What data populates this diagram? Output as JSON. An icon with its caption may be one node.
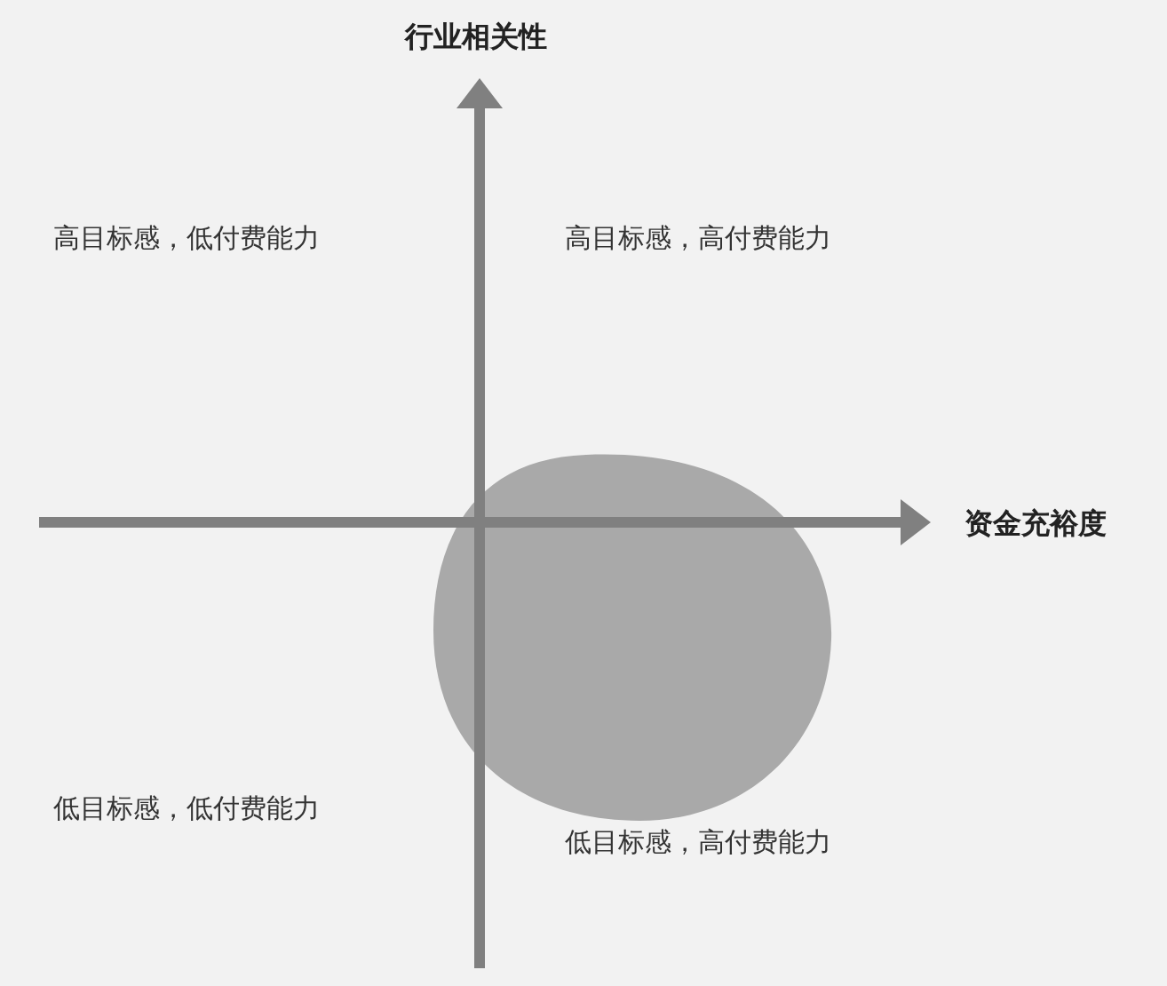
{
  "diagram": {
    "labels": [
      "行业相关性",
      "高目标感，低付费能力",
      "高目标感，高付费能力",
      "资金充裕度",
      "低目标感，低付费能力",
      "低目标感，高付费能力"
    ]
  }
}
